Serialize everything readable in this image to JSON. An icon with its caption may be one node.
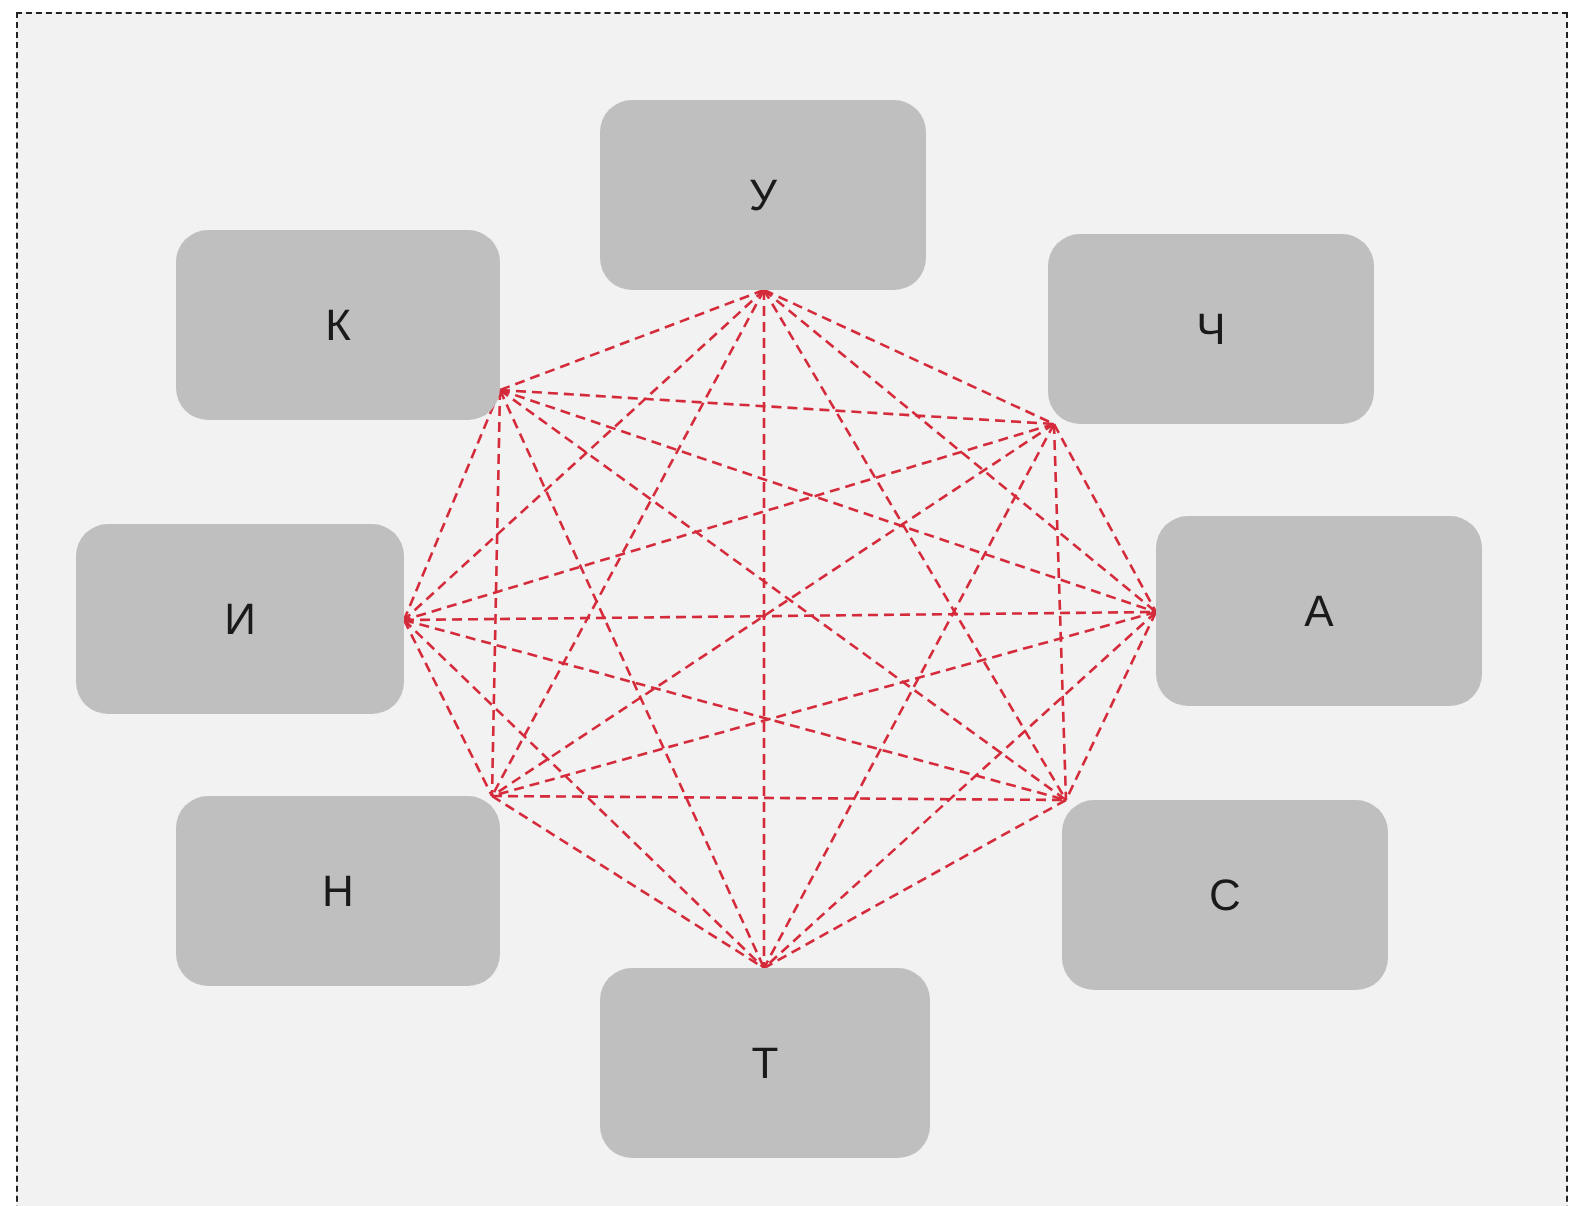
{
  "diagram": {
    "nodes": [
      {
        "text": [
          "У"
        ]
      },
      {
        "text": [
          "К"
        ]
      },
      {
        "text": [
          "Ч"
        ]
      },
      {
        "text": [
          "И"
        ]
      },
      {
        "text": [
          "А"
        ]
      },
      {
        "text": [
          "Н"
        ]
      },
      {
        "text": [
          "С"
        ]
      },
      {
        "text": [
          "Т"
        ]
      }
    ],
    "edges": [
      {
        "from": 0,
        "to": 1,
        "arrow": "none",
        "style": "dashed"
      },
      {
        "from": 0,
        "to": 2,
        "arrow": "none",
        "style": "dashed"
      },
      {
        "from": 0,
        "to": 3,
        "arrow": "none",
        "style": "dashed"
      },
      {
        "from": 0,
        "to": 4,
        "arrow": "none",
        "style": "dashed"
      },
      {
        "from": 0,
        "to": 5,
        "arrow": "none",
        "style": "dashed"
      },
      {
        "from": 0,
        "to": 6,
        "arrow": "none",
        "style": "dashed"
      },
      {
        "from": 0,
        "to": 7,
        "arrow": "none",
        "style": "dashed"
      },
      {
        "from": 1,
        "to": 2,
        "arrow": "none",
        "style": "dashed"
      },
      {
        "from": 1,
        "to": 3,
        "arrow": "none",
        "style": "dashed"
      },
      {
        "from": 1,
        "to": 4,
        "arrow": "none",
        "style": "dashed"
      },
      {
        "from": 1,
        "to": 5,
        "arrow": "none",
        "style": "dashed"
      },
      {
        "from": 1,
        "to": 6,
        "arrow": "none",
        "style": "dashed"
      },
      {
        "from": 1,
        "to": 7,
        "arrow": "none",
        "style": "dashed"
      },
      {
        "from": 2,
        "to": 3,
        "arrow": "none",
        "style": "dashed"
      },
      {
        "from": 2,
        "to": 4,
        "arrow": "none",
        "style": "dashed"
      },
      {
        "from": 2,
        "to": 5,
        "arrow": "none",
        "style": "dashed"
      },
      {
        "from": 2,
        "to": 6,
        "arrow": "none",
        "style": "dashed"
      },
      {
        "from": 2,
        "to": 7,
        "arrow": "none",
        "style": "dashed"
      },
      {
        "from": 3,
        "to": 4,
        "arrow": "none",
        "style": "dashed"
      },
      {
        "from": 3,
        "to": 5,
        "arrow": "none",
        "style": "dashed"
      },
      {
        "from": 3,
        "to": 6,
        "arrow": "none",
        "style": "dashed"
      },
      {
        "from": 3,
        "to": 7,
        "arrow": "none",
        "style": "dashed"
      },
      {
        "from": 4,
        "to": 5,
        "arrow": "none",
        "style": "dashed"
      },
      {
        "from": 4,
        "to": 6,
        "arrow": "none",
        "style": "dashed"
      },
      {
        "from": 4,
        "to": 7,
        "arrow": "none",
        "style": "dashed"
      },
      {
        "from": 5,
        "to": 6,
        "arrow": "none",
        "style": "dashed"
      },
      {
        "from": 5,
        "to": 7,
        "arrow": "none",
        "style": "dashed"
      },
      {
        "from": 6,
        "to": 7,
        "arrow": "none",
        "style": "dashed"
      }
    ]
  }
}
